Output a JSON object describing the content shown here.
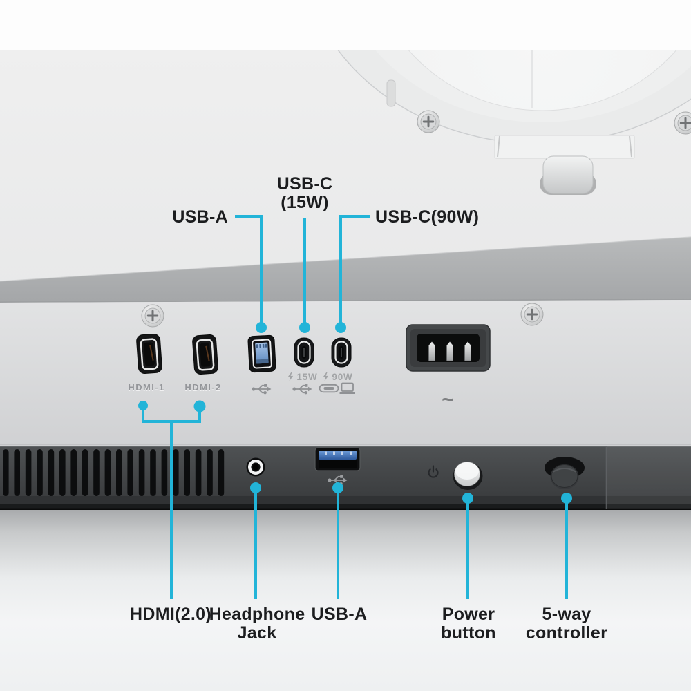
{
  "colors": {
    "accent": "#22b4d8"
  },
  "top_callouts": {
    "usb_a": "USB-A",
    "usb_c_15w_line1": "USB-C",
    "usb_c_15w_line2": "(15W)",
    "usb_c_90w": "USB-C(90W)"
  },
  "bottom_callouts": {
    "hdmi": "HDMI(2.0)",
    "headphone_line1": "Headphone",
    "headphone_line2": "Jack",
    "usb_a": "USB-A",
    "power_line1": "Power",
    "power_line2": "button",
    "five_way_line1": "5-way",
    "five_way_line2": "controller"
  },
  "panel_markings": {
    "hdmi_1": "HDMI-1",
    "hdmi_2": "HDMI-2",
    "usb_c_15w": "15W",
    "usb_c_90w": "90W",
    "ac_power": "~"
  },
  "icons": {
    "lightning": "lightning-bolt-icon",
    "usb": "usb-trident-icon",
    "usb_c": "usb-c-connector-icon",
    "laptop": "laptop-icon",
    "power": "power-symbol-icon"
  }
}
